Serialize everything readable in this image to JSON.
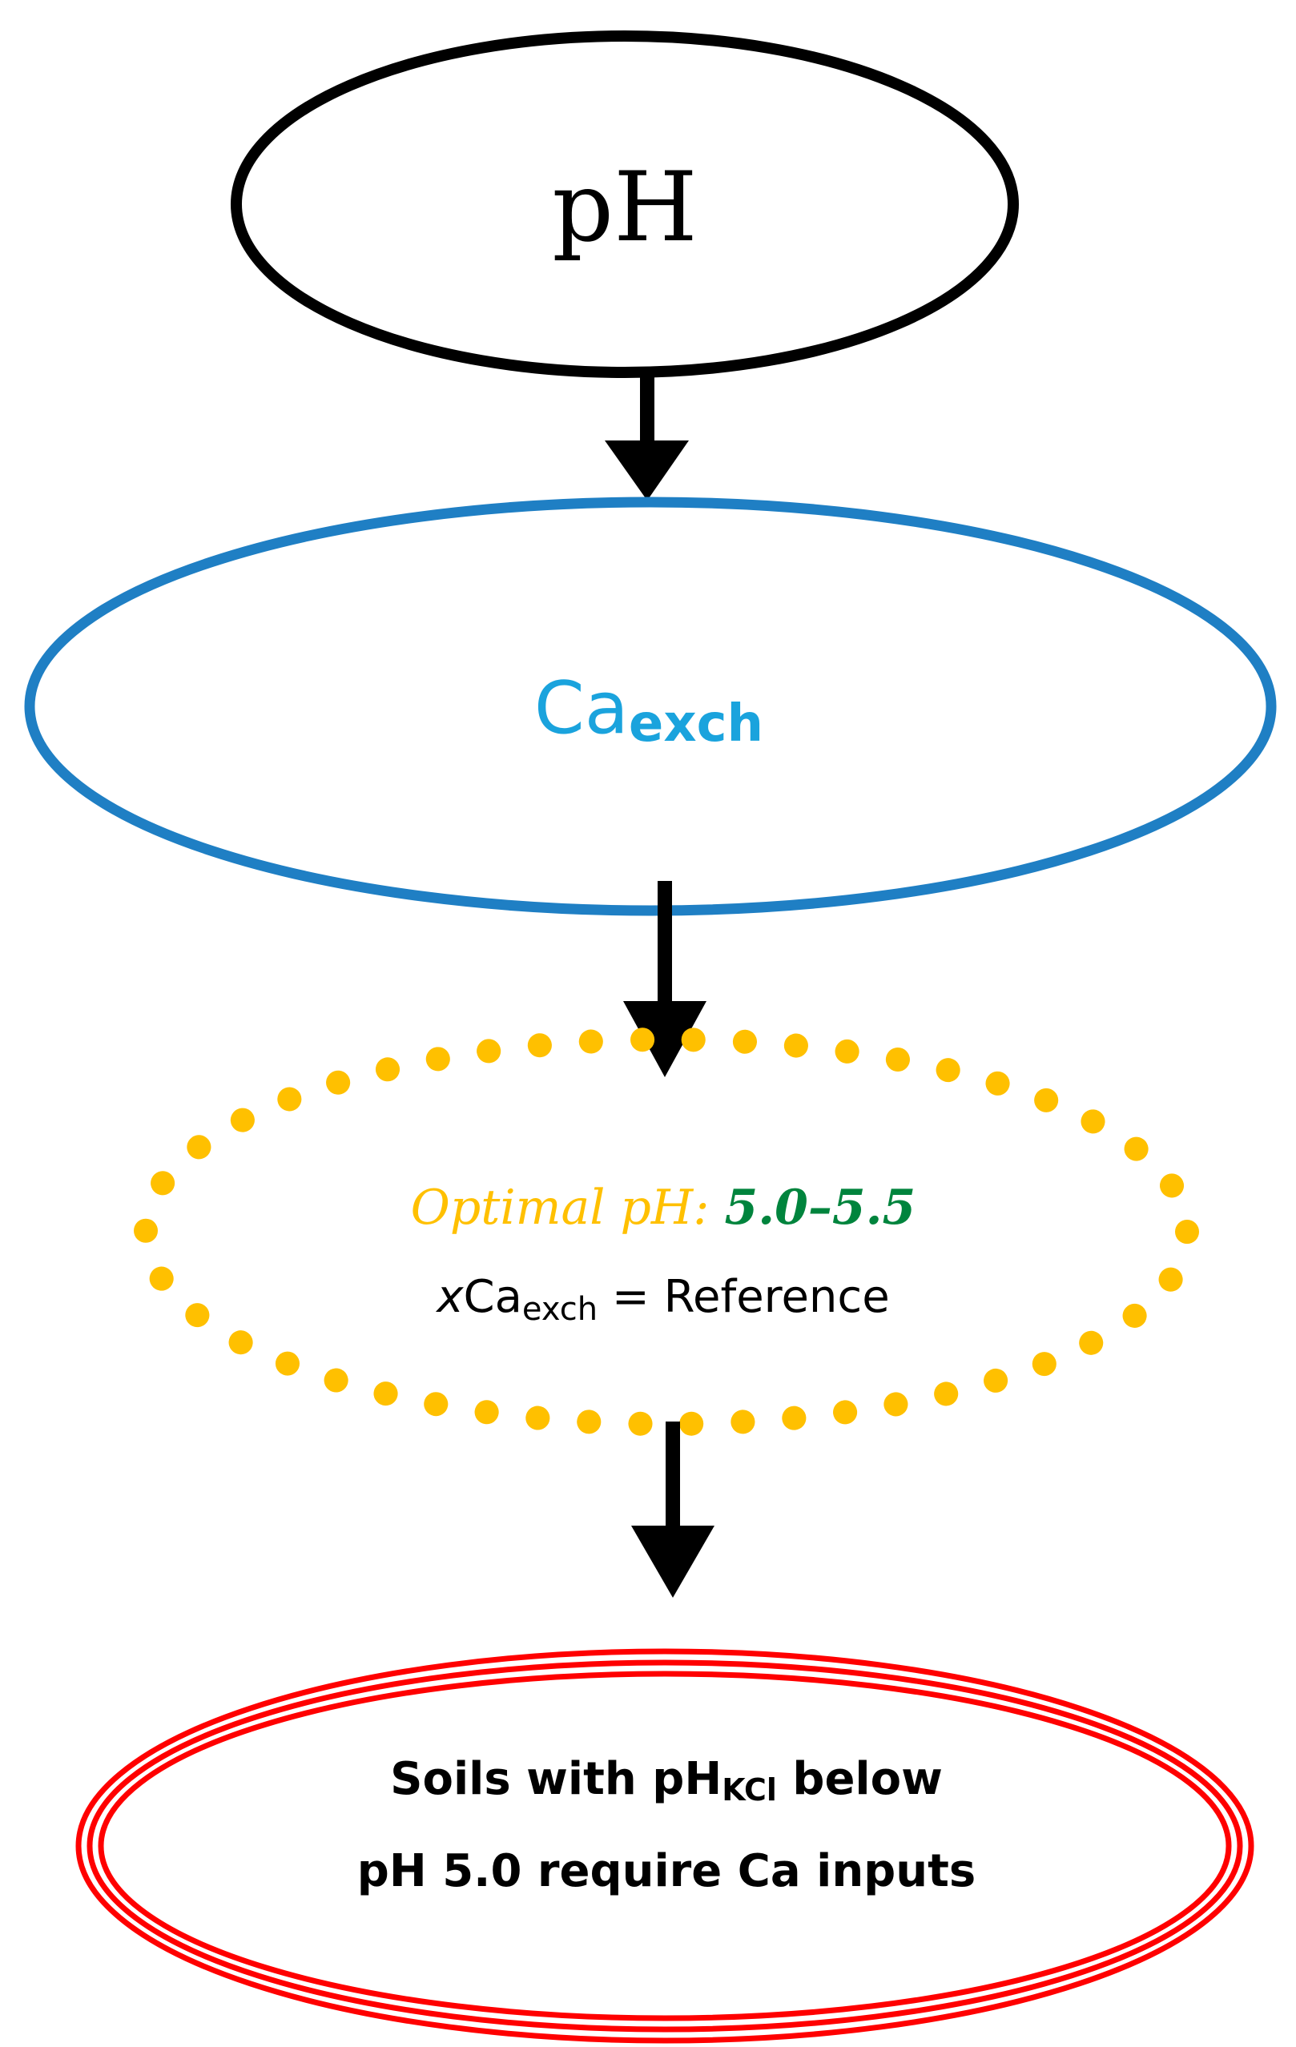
{
  "nodes": {
    "ph": {
      "label": "pH",
      "stroke": "#000000"
    },
    "ca": {
      "label_main": "Ca",
      "label_sub": "exch",
      "stroke": "#1f7fc4",
      "text_color": "#1aa3dd"
    },
    "optimal": {
      "line1_label": "Optimal pH: ",
      "line1_value": "5.0–5.5",
      "line2_prefix": "x",
      "line2_main": "Ca",
      "line2_sub": "exch",
      "line2_suffix": " = Reference",
      "dot_color": "#ffc000",
      "label_color": "#ffc000",
      "value_color": "#00843d"
    },
    "soils": {
      "line1_pre": "Soils with pH",
      "line1_sub": "KCl",
      "line1_post": " below",
      "line2": "pH 5.0 require Ca inputs",
      "stroke": "#ff0000"
    }
  },
  "edges": [
    {
      "from": "ph",
      "to": "ca"
    },
    {
      "from": "ca",
      "to": "optimal"
    },
    {
      "from": "optimal",
      "to": "soils"
    }
  ]
}
